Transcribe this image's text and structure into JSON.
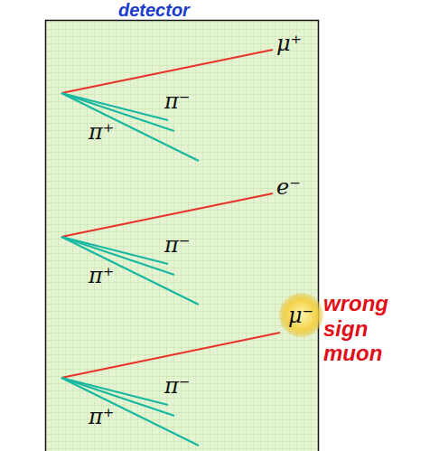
{
  "diagram": {
    "title": "detector",
    "nodes": [
      {
        "text": [
          "μ⁻"
        ]
      }
    ],
    "labels": [
      "μ⁺",
      "π⁻",
      "π⁺",
      "e⁻",
      "π⁻",
      "π⁺",
      "π⁻",
      "π⁺",
      "wrong sign muon"
    ]
  }
}
